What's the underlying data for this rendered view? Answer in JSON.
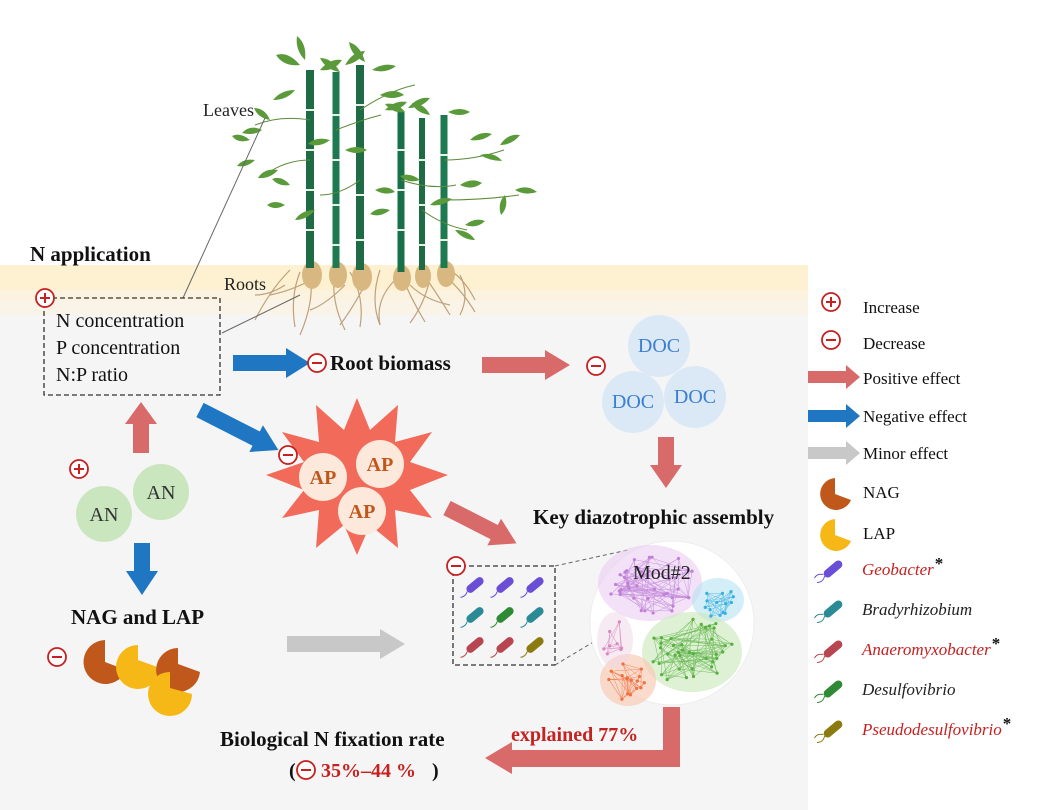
{
  "labels": {
    "leaves": "Leaves",
    "roots": "Roots",
    "n_application": "N application",
    "n_concentration": "N concentration",
    "p_concentration": "P concentration",
    "np_ratio": "N:P ratio",
    "root_biomass": "Root biomass",
    "doc": "DOC",
    "ap": "AP",
    "an": "AN",
    "nag_and_lap": "NAG and LAP",
    "key_assembly": "Key diazotrophic assembly",
    "mod2": "Mod#2",
    "explained": "explained 77%",
    "bnf_rate": "Biological N fixation rate",
    "bnf_open": "(",
    "bnf_change": "35%–44 %",
    "bnf_close": ")",
    "asterisk": "*"
  },
  "legend": {
    "increase": "Increase",
    "decrease": "Decrease",
    "positive": "Positive effect",
    "negative": "Negative effect",
    "minor": "Minor effect",
    "nag": "NAG",
    "lap": "LAP",
    "taxa": [
      {
        "name": "Geobacter",
        "starred": true,
        "color": "#6a4fd6"
      },
      {
        "name": "Bradyrhizobium",
        "starred": false,
        "color": "#2a8a96"
      },
      {
        "name": "Anaeromyxobacter",
        "starred": true,
        "color": "#b84650"
      },
      {
        "name": "Desulfovibrio",
        "starred": false,
        "color": "#2f8a35"
      },
      {
        "name": "Pseudodesulfovibrio",
        "starred": true,
        "color": "#8a7a10"
      }
    ]
  },
  "colors": {
    "positive": "#d96a6a",
    "negative": "#1f77c4",
    "minor": "#c8c8c8",
    "soil": "#fdf3d8",
    "ap_burst": "#f26a5a",
    "doc_fill": "#dbe9f7",
    "doc_text": "#3a7fd0",
    "an_fill": "#c9e6bf",
    "nag": "#c0581c",
    "lap": "#f6b816",
    "red_text": "#c62020"
  }
}
